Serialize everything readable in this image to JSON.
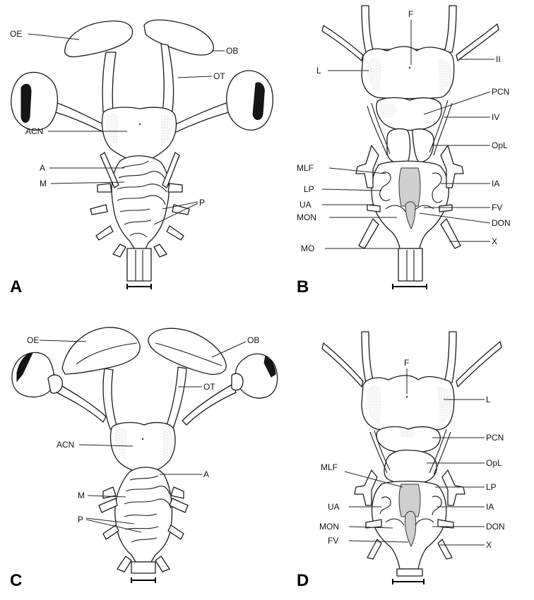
{
  "panels": [
    {
      "id": "A",
      "letter": "A",
      "labels": [
        "OE",
        "OB",
        "OT",
        "ACN",
        "A",
        "M",
        "P"
      ]
    },
    {
      "id": "B",
      "letter": "B",
      "labels": [
        "F",
        "II",
        "L",
        "PCN",
        "IV",
        "OpL",
        "MLF",
        "IA",
        "LP",
        "UA",
        "FV",
        "MON",
        "DON",
        "X",
        "MO"
      ]
    },
    {
      "id": "C",
      "letter": "C",
      "labels": [
        "OE",
        "OB",
        "OT",
        "ACN",
        "A",
        "M",
        "P"
      ]
    },
    {
      "id": "D",
      "letter": "D",
      "labels": [
        "F",
        "L",
        "PCN",
        "OpL",
        "MLF",
        "LP",
        "UA",
        "IA",
        "MON",
        "DON",
        "FV",
        "X"
      ]
    }
  ]
}
